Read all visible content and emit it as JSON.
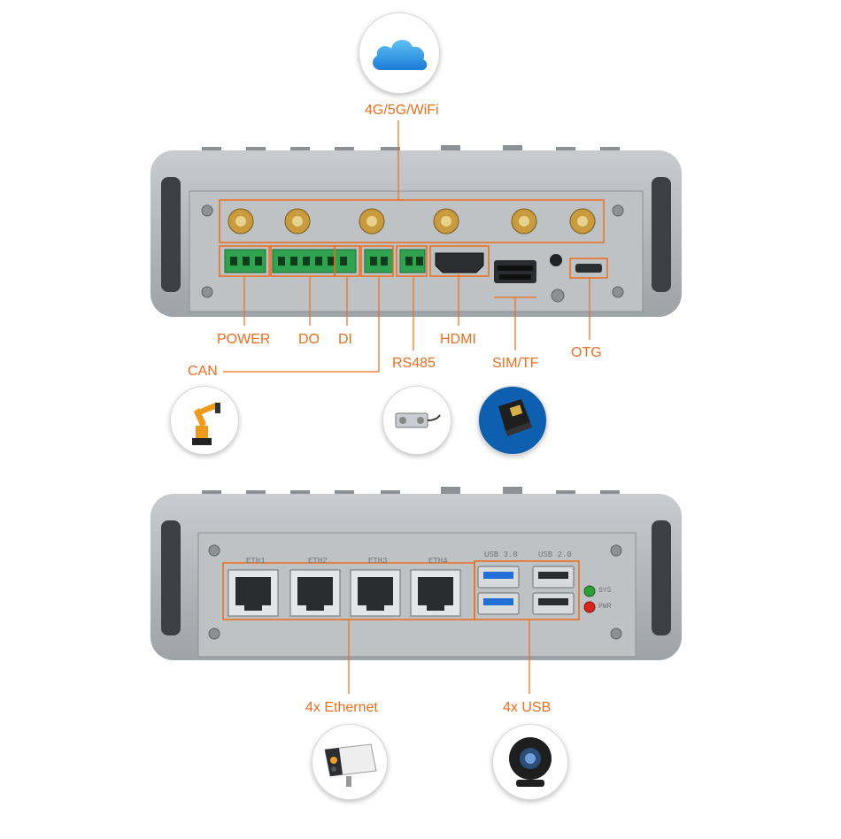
{
  "colors": {
    "accent": "#ec6d1c",
    "chassis": "#9ea3a8",
    "panel": "#bfc2c5"
  },
  "top_panel": {
    "labels": {
      "wireless": "4G/5G/WiFi",
      "power": "POWER",
      "do": "DO",
      "di": "DI",
      "can": "CAN",
      "rs485": "RS485",
      "hdmi": "HDMI",
      "sim_tf": "SIM/TF",
      "otg": "OTG"
    },
    "icons": [
      "cloud-icon",
      "robot-arm-icon",
      "load-cell-sensor-icon",
      "sim-card-icon"
    ]
  },
  "bottom_panel": {
    "port_labels": [
      "ETH1",
      "ETH2",
      "ETH3",
      "ETH4"
    ],
    "usb3_label": "USB 3.0",
    "usb2_label": "USB 2.0",
    "led_labels": [
      "SYS",
      "PWR"
    ],
    "labels": {
      "ethernet": "4x Ethernet",
      "usb": "4x USB"
    },
    "icons": [
      "ip-camera-icon",
      "webcam-icon"
    ]
  }
}
